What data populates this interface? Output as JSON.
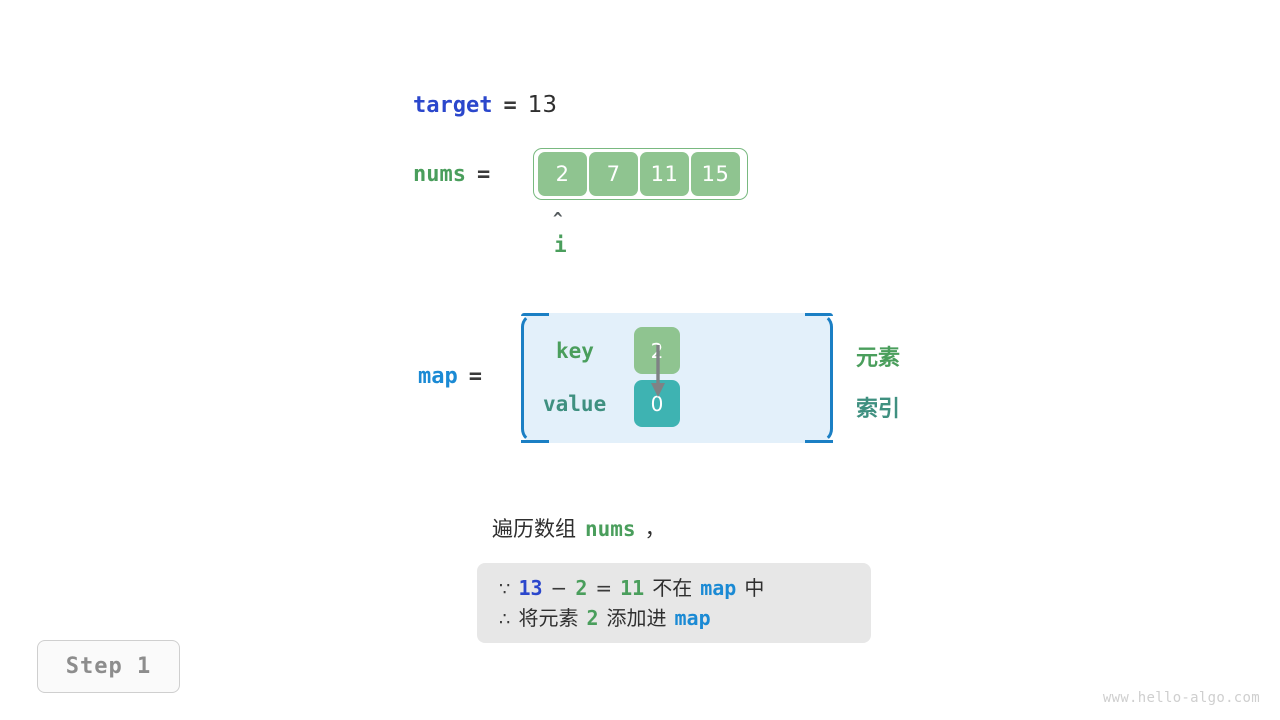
{
  "target": {
    "name": "target",
    "equals": "=",
    "value": "13"
  },
  "nums": {
    "name": "nums",
    "equals": "=",
    "values": [
      "2",
      "7",
      "11",
      "15"
    ],
    "pointer": {
      "caret": "^",
      "label": "i",
      "index": 0
    }
  },
  "map": {
    "name": "map",
    "equals": "=",
    "key_row_label": "key",
    "value_row_label": "value",
    "entries": [
      {
        "key": "2",
        "value": "0"
      }
    ],
    "side_labels": {
      "key_meaning": "元素",
      "value_meaning": "索引"
    }
  },
  "caption": {
    "prefix": "遍历数组",
    "code": "nums",
    "suffix": "，"
  },
  "reasoning": {
    "line1": {
      "symbol": "∵",
      "target": "13",
      "minus": "−",
      "num": "2",
      "equals": "=",
      "result": "11",
      "text_not_in": "不在",
      "map": "map",
      "text_in": "中"
    },
    "line2": {
      "symbol": "∴",
      "text_add": "将元素",
      "num": "2",
      "text_into": "添加进",
      "map": "map"
    }
  },
  "step_badge": {
    "label": "Step 1"
  },
  "watermark": {
    "text": "www.hello-algo.com"
  },
  "colors": {
    "target_blue": "#2b47cc",
    "map_blue": "#1b8ad4",
    "nums_green": "#4a9e5c",
    "cell_green": "#8fc490",
    "cell_teal": "#3eb3b2",
    "value_teal": "#3f9080",
    "map_box_fill": "#e3f0fa",
    "map_box_border": "#1b7fc4",
    "reason_box_bg": "#e7e7e7",
    "text_dark": "#2f2f2f",
    "watermark_gray": "#cfcfcf"
  }
}
